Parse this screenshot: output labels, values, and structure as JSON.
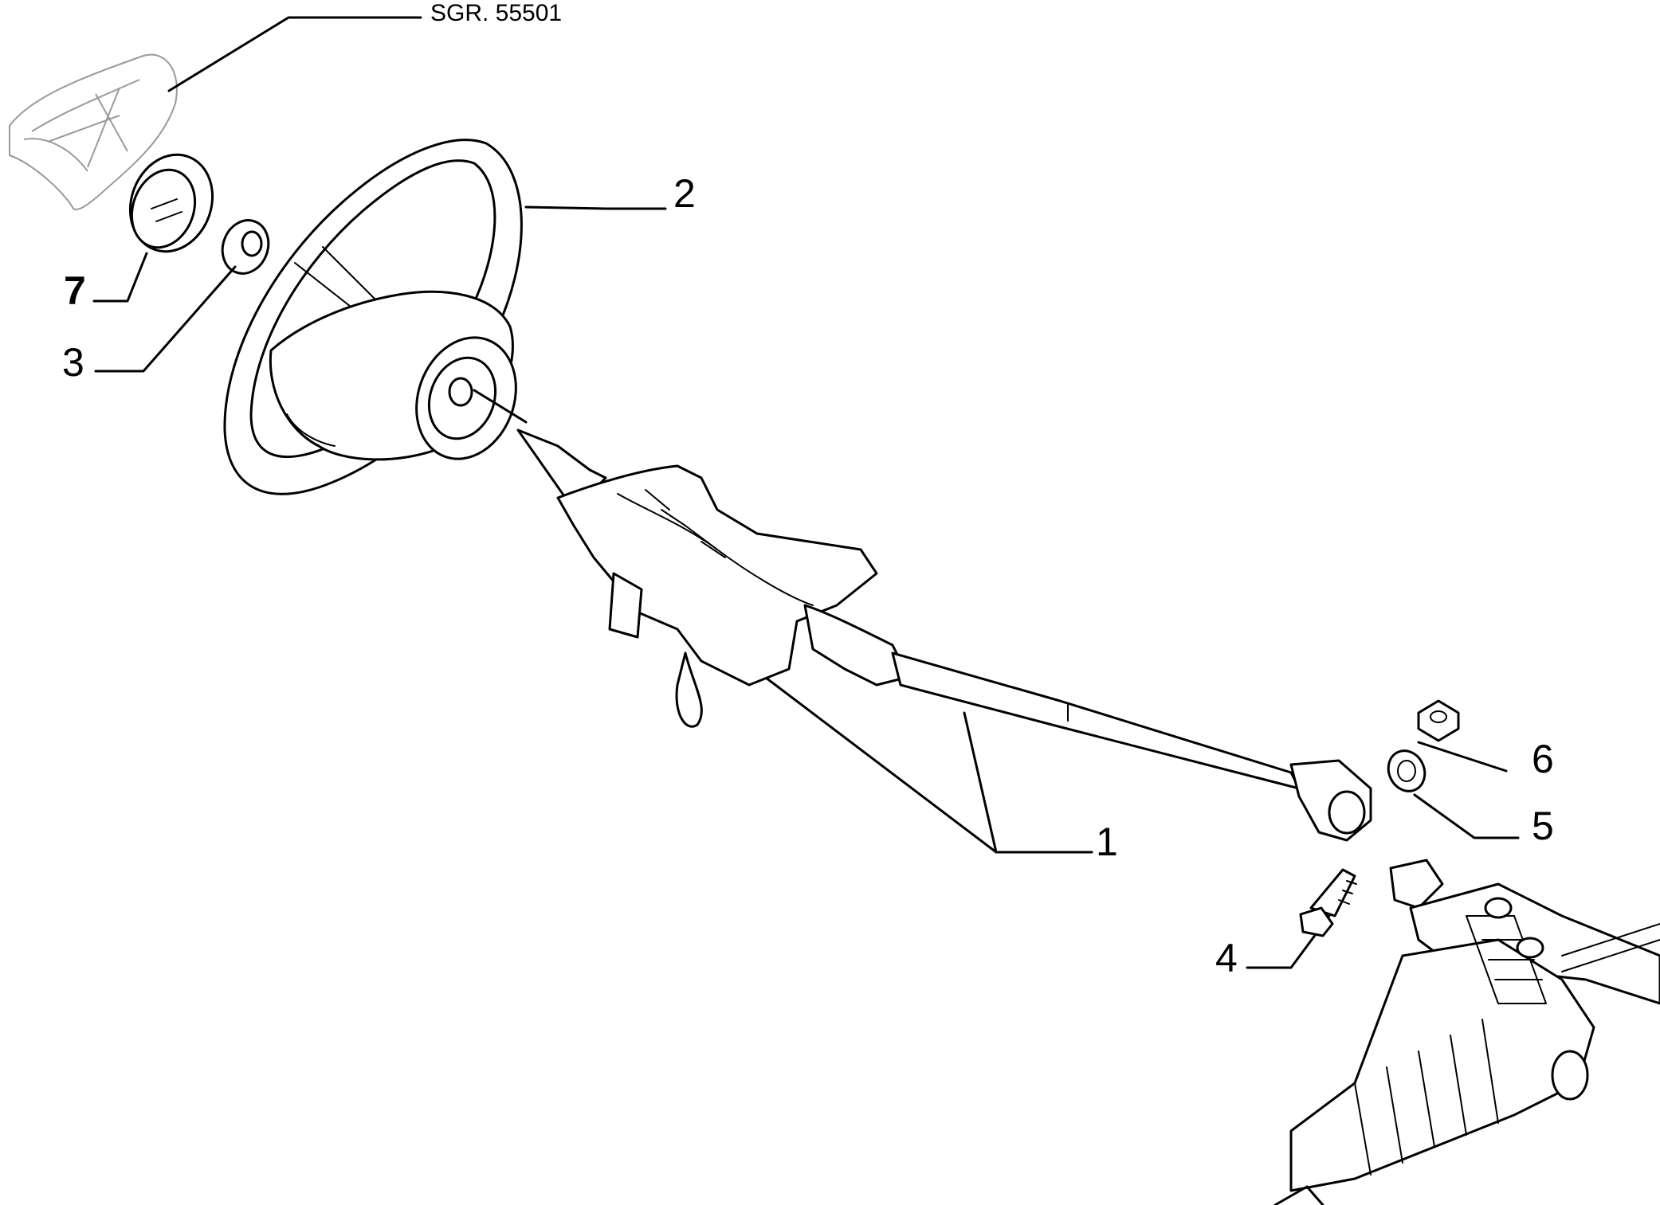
{
  "diagram": {
    "reference": "SGR. 55501",
    "callouts": [
      {
        "id": "1",
        "label": "1"
      },
      {
        "id": "2",
        "label": "2"
      },
      {
        "id": "3",
        "label": "3"
      },
      {
        "id": "4",
        "label": "4"
      },
      {
        "id": "5",
        "label": "5"
      },
      {
        "id": "6",
        "label": "6"
      },
      {
        "id": "7",
        "label": "7"
      }
    ]
  },
  "colors": {
    "line": "#000000",
    "ghost": "#9a9a9a",
    "background": "#ffffff"
  }
}
